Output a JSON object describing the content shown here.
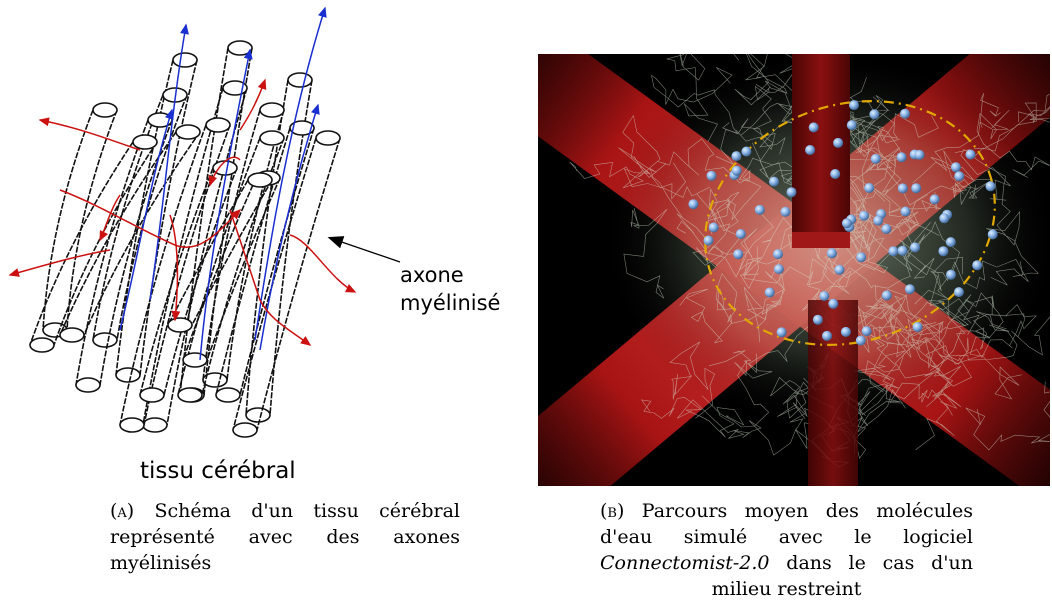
{
  "figure_a": {
    "label_axon_line1": "axone",
    "label_axon_line2": "myélinisé",
    "label_tissue": "tissu cérébral",
    "caption_label": "(a)",
    "caption_text": " Schéma d'un tissu cérébral représenté avec des axones myélinisés",
    "colors": {
      "tube": "#111111",
      "blue_path": "#1a2fd0",
      "red_path": "#cc1111"
    }
  },
  "figure_b": {
    "caption_label": "(b)",
    "caption_text_1": " Parcours moyen des molécules d'eau simulé avec le logiciel ",
    "caption_software": "Connectomist-2.0",
    "caption_text_2": " dans le cas d'un milieu restreint",
    "colors": {
      "background": "#000000",
      "fiber": "#cc1a1a",
      "molecule": "#8fb6e8",
      "ellipse": "#e0a800"
    }
  }
}
